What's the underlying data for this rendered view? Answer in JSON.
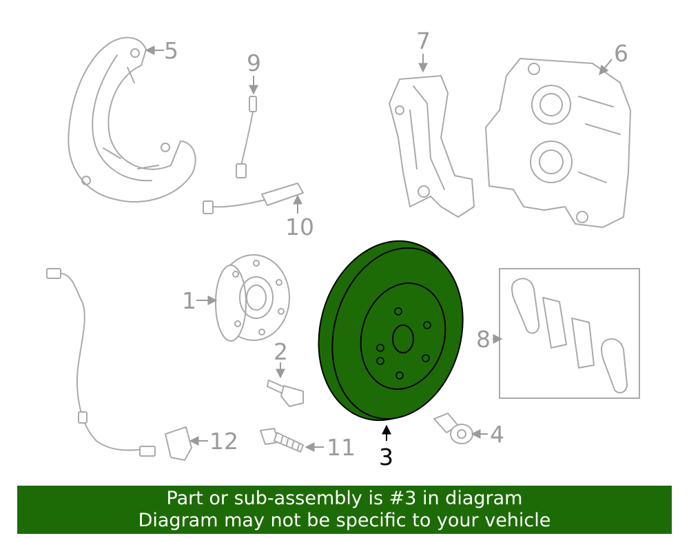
{
  "colors": {
    "highlight": "#1d6b07",
    "linework": "#a9a9a9",
    "callout": "#9a9a9a",
    "banner_text": "#ffffff"
  },
  "callouts": {
    "c1": "1",
    "c2": "2",
    "c3": "3",
    "c4": "4",
    "c5": "5",
    "c6": "6",
    "c7": "7",
    "c8": "8",
    "c9": "9",
    "c10": "10",
    "c11": "11",
    "c12": "12"
  },
  "highlighted_part": "3",
  "banner": {
    "line1": "Part or sub-assembly is #3 in diagram",
    "line2": "Diagram may not be specific to your vehicle"
  }
}
